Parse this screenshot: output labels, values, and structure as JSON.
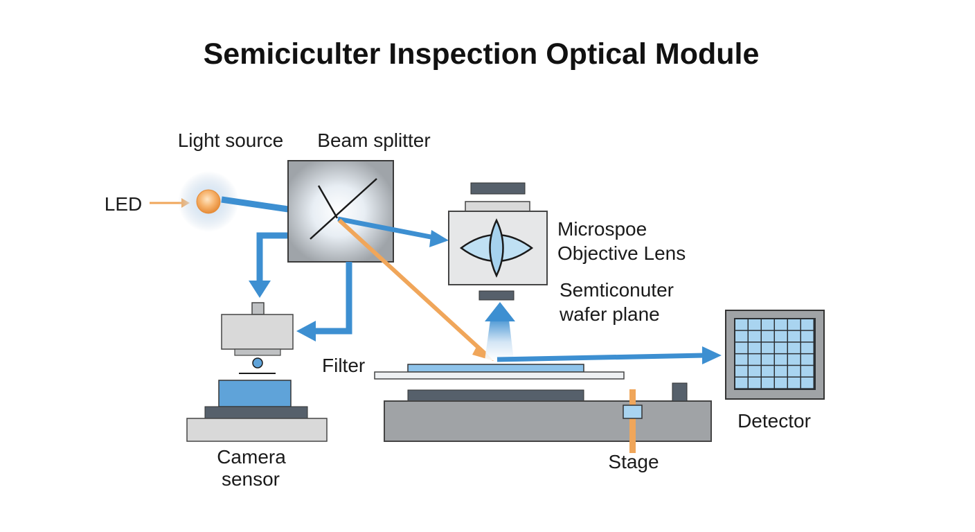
{
  "title": "Semiciculter Inspection Optical Module",
  "labels": {
    "light_source": "Light source",
    "beam_splitter": "Beam splitter",
    "led": "LED",
    "objective_line1": "Microspoe",
    "objective_line2": "Objective Lens",
    "wafer_line1": "Semticonuter",
    "wafer_line2": "wafer plane",
    "filter": "Filter",
    "camera_line1": "Camera",
    "camera_line2": "sensor",
    "stage": "Stage",
    "detector": "Detector"
  },
  "colors": {
    "beam_blue": "#3d8fd1",
    "beam_orange": "#f0a65a",
    "housing_gray": "#d9d9d9",
    "dark_gray": "#56606b",
    "sensor_blue": "#5fa3d9",
    "detector_cell": "#a9d4f0",
    "stage_gray": "#a0a3a6"
  }
}
